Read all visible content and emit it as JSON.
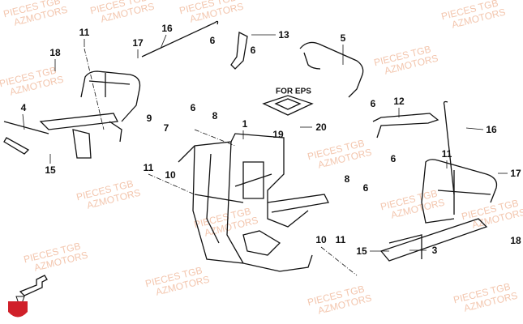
{
  "watermark": {
    "line1": "PIECES TGB",
    "line2": "AZMOTORS"
  },
  "callouts": [
    "11",
    "16",
    "17",
    "13",
    "5",
    "18",
    "6",
    "6",
    "4",
    "12",
    "6",
    "16",
    "6",
    "8",
    "1",
    "19",
    "20",
    "9",
    "7",
    "6",
    "11",
    "17",
    "15",
    "11",
    "10",
    "8",
    "6",
    "10",
    "11",
    "15",
    "3",
    "18"
  ],
  "note": "FOR EPS",
  "colors": {
    "logo": "#d0202a",
    "watermark": "#f3c6ae"
  }
}
